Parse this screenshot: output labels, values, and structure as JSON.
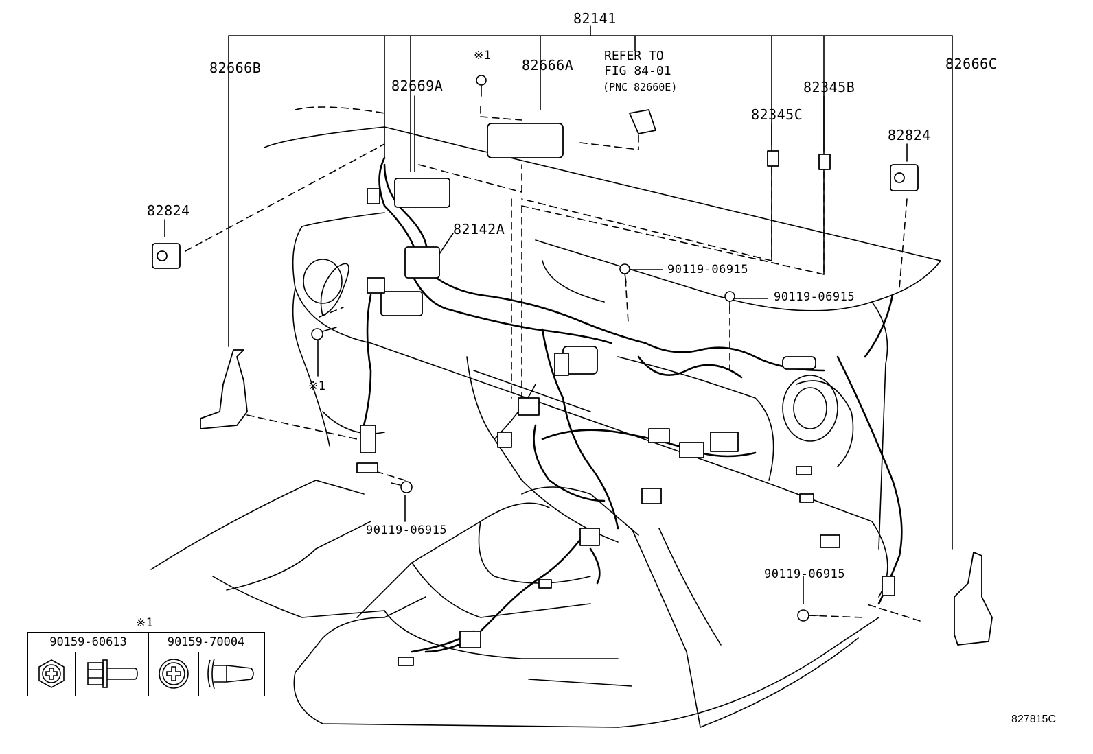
{
  "labels": {
    "p82141": "82141",
    "p82666B": "82666B",
    "p82669A": "82669A",
    "p82666A": "82666A",
    "refer_line1": "REFER TO",
    "refer_line2": "FIG 84-01",
    "refer_line3": "(PNC 82660E)",
    "p82345C": "82345C",
    "p82345B": "82345B",
    "p82666C": "82666C",
    "p82824_left": "82824",
    "p82824_right": "82824",
    "p82142A": "82142A",
    "bolt_upper_right_1": "90119-06915",
    "bolt_upper_right_2": "90119-06915",
    "bolt_lower_left": "90119-06915",
    "bolt_lower_right": "90119-06915",
    "note_mark_top": "※1",
    "note_mark_left": "※1",
    "note_mark_table": "※1"
  },
  "fastener_table": {
    "col1_part": "90159-60613",
    "col2_part": "90159-70004",
    "col1_icons": [
      "hex-head-phillips-icon",
      "flange-bolt-side-icon"
    ],
    "col2_icons": [
      "round-head-phillips-icon",
      "clip-rivet-side-icon"
    ]
  },
  "illustration_code": "827815C"
}
